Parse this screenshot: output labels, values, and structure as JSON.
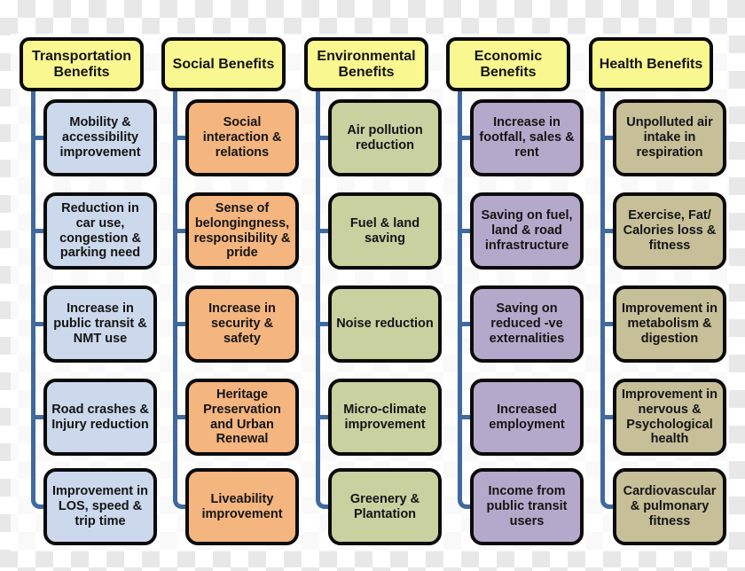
{
  "colors": {
    "header_fill": "#F9F78F",
    "border_black": "#0B0B0B",
    "connector_blue": "#40699E",
    "text": "#141414",
    "checker_gray": "#E8E8E8",
    "transportation_fill": "#CCD8EC",
    "social_fill": "#F5B57F",
    "environmental_fill": "#C9D1A1",
    "economic_fill": "#B5A9CB",
    "health_fill": "#C6BF98"
  },
  "columns": [
    {
      "header": "Transportation Benefits",
      "item_color": "#CCD8EC",
      "items": [
        "Mobility & accessibility improvement",
        "Reduction in car use, congestion & parking need",
        "Increase in public transit & NMT use",
        "Road crashes & Injury reduction",
        "Improvement in LOS, speed & trip time"
      ]
    },
    {
      "header": "Social Benefits",
      "item_color": "#F5B57F",
      "items": [
        "Social interaction & relations",
        "Sense of belongingness, responsibility & pride",
        "Increase in security & safety",
        "Heritage Preservation and Urban Renewal",
        "Liveability improvement"
      ]
    },
    {
      "header": "Environmental Benefits",
      "item_color": "#C9D1A1",
      "items": [
        "Air pollution reduction",
        "Fuel & land saving",
        "Noise reduction",
        "Micro-climate improvement",
        "Greenery & Plantation"
      ]
    },
    {
      "header": "Economic Benefits",
      "item_color": "#B5A9CB",
      "items": [
        "Increase in footfall, sales & rent",
        "Saving on fuel, land & road infrastructure",
        "Saving on reduced -ve externalities",
        "Increased employment",
        "Income from public transit users"
      ]
    },
    {
      "header": "Health Benefits",
      "item_color": "#C6BF98",
      "items": [
        "Unpolluted air intake in respiration",
        "Exercise, Fat/ Calories loss & fitness",
        "Improvement in metabolism & digestion",
        "Improvement in nervous & Psychological health",
        "Cardiovascular & pulmonary fitness"
      ]
    }
  ]
}
